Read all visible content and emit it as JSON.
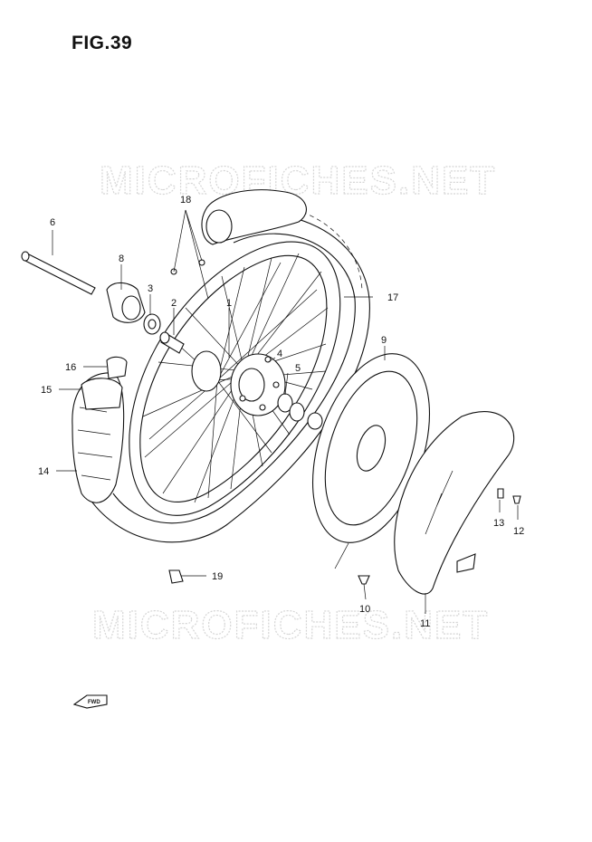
{
  "figure": {
    "title": "FIG.39"
  },
  "watermark": {
    "text": "MICROFICHES.NET"
  },
  "fwd_label": "FWD",
  "callouts": [
    {
      "number": "1"
    },
    {
      "number": "2"
    },
    {
      "number": "3"
    },
    {
      "number": "4"
    },
    {
      "number": "5"
    },
    {
      "number": "6"
    },
    {
      "number": "8"
    },
    {
      "number": "9"
    },
    {
      "number": "10"
    },
    {
      "number": "11"
    },
    {
      "number": "12"
    },
    {
      "number": "13"
    },
    {
      "number": "14"
    },
    {
      "number": "15"
    },
    {
      "number": "16"
    },
    {
      "number": "17"
    },
    {
      "number": "18"
    },
    {
      "number": "19"
    }
  ]
}
